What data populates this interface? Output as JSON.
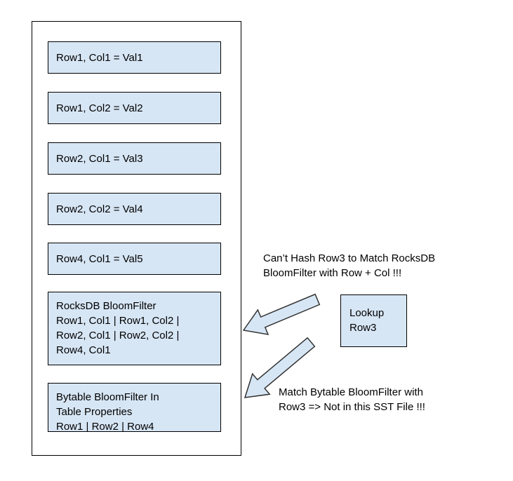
{
  "diagram": {
    "sst_rows": [
      "Row1, Col1 = Val1",
      "Row1, Col2 = Val2",
      "Row2, Col1 = Val3",
      "Row2, Col2 = Val4",
      "Row4, Col1 = Val5"
    ],
    "rocksdb_bloomfilter": {
      "lines": [
        "RocksDB BloomFilter",
        "Row1, Col1 | Row1, Col2 |",
        "Row2, Col1 | Row2, Col2 |",
        "Row4, Col1"
      ]
    },
    "bytable_bloomfilter": {
      "lines": [
        "Bytable BloomFilter In",
        "Table Properties",
        "Row1 | Row2 | Row4"
      ]
    },
    "lookup_box": {
      "lines": [
        "Lookup",
        "Row3"
      ]
    },
    "annotations": {
      "top": "Can’t Hash Row3 to Match RocksDB\nBloomFilter with Row + Col !!!",
      "bottom": "Match Bytable BloomFilter with\nRow3 => Not in this SST File !!!"
    },
    "colors": {
      "box_fill": "#d7e6f5",
      "box_border": "#000000",
      "arrow_fill": "#d7e6f5",
      "arrow_border": "#333333"
    }
  }
}
